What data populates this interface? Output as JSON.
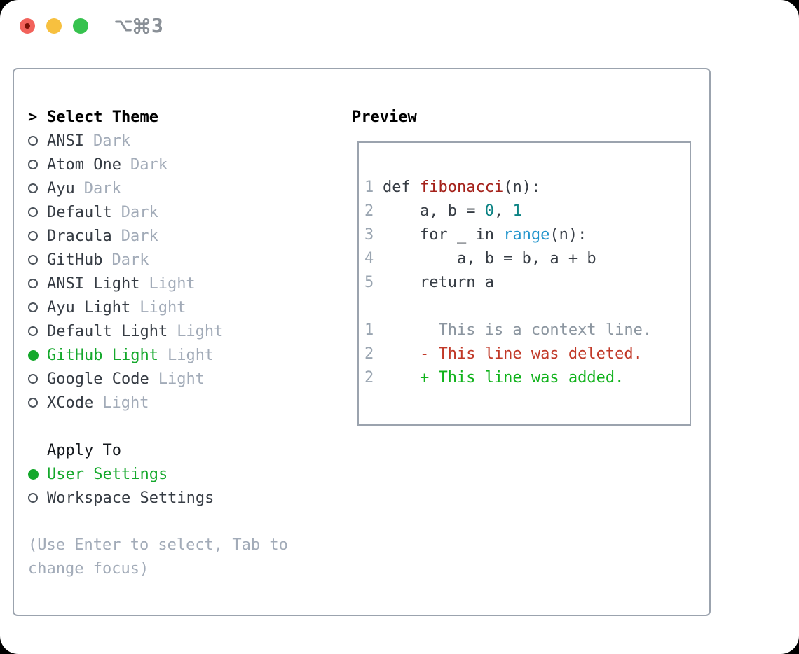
{
  "titlebar": {
    "tab_shortcut_number": "3",
    "icons": [
      "option-icon",
      "command-icon"
    ]
  },
  "theme_picker": {
    "prompt": ">",
    "heading": "Select Theme",
    "options": [
      {
        "name": "ANSI",
        "variant": "Dark",
        "selected": false
      },
      {
        "name": "Atom One",
        "variant": "Dark",
        "selected": false
      },
      {
        "name": "Ayu",
        "variant": "Dark",
        "selected": false
      },
      {
        "name": "Default",
        "variant": "Dark",
        "selected": false
      },
      {
        "name": "Dracula",
        "variant": "Dark",
        "selected": false
      },
      {
        "name": "GitHub",
        "variant": "Dark",
        "selected": false
      },
      {
        "name": "ANSI Light",
        "variant": "Light",
        "selected": false
      },
      {
        "name": "Ayu Light",
        "variant": "Light",
        "selected": false
      },
      {
        "name": "Default Light",
        "variant": "Light",
        "selected": false
      },
      {
        "name": "GitHub Light",
        "variant": "Light",
        "selected": true
      },
      {
        "name": "Google Code",
        "variant": "Light",
        "selected": false
      },
      {
        "name": "XCode",
        "variant": "Light",
        "selected": false
      }
    ],
    "apply_to": {
      "heading": "Apply To",
      "options": [
        {
          "label": "User Settings",
          "selected": true
        },
        {
          "label": "Workspace Settings",
          "selected": false
        }
      ]
    },
    "help_text": "(Use Enter to select, Tab to change focus)"
  },
  "preview": {
    "heading": "Preview",
    "code_lines": [
      {
        "num": "1",
        "segments": [
          {
            "t": "def ",
            "c": "plain"
          },
          {
            "t": "fibonacci",
            "c": "func"
          },
          {
            "t": "(n):",
            "c": "plain"
          }
        ]
      },
      {
        "num": "2",
        "segments": [
          {
            "t": "    a, b = ",
            "c": "plain"
          },
          {
            "t": "0",
            "c": "number"
          },
          {
            "t": ", ",
            "c": "plain"
          },
          {
            "t": "1",
            "c": "number"
          }
        ]
      },
      {
        "num": "3",
        "segments": [
          {
            "t": "    for _ in ",
            "c": "plain"
          },
          {
            "t": "range",
            "c": "builtin"
          },
          {
            "t": "(n):",
            "c": "plain"
          }
        ]
      },
      {
        "num": "4",
        "segments": [
          {
            "t": "        a, b = b, a + b",
            "c": "plain"
          }
        ]
      },
      {
        "num": "5",
        "segments": [
          {
            "t": "    return a",
            "c": "plain"
          }
        ]
      }
    ],
    "diff_lines": [
      {
        "num": "1",
        "text": "      This is a context line.",
        "kind": "context"
      },
      {
        "num": "2",
        "text": "    - This line was deleted.",
        "kind": "deleted"
      },
      {
        "num": "2",
        "text": "    + This line was added.",
        "kind": "added"
      }
    ]
  },
  "colors": {
    "selected_green": "#15a82c",
    "added_green": "#10b21b",
    "deleted_red": "#c13928",
    "function_red": "#a4211a",
    "number_teal": "#0c8384",
    "builtin_blue": "#2094cc",
    "context_gray": "#8c96a0",
    "muted_gray": "#a2abb8",
    "line_number_gray": "#9aa5b1",
    "border_gray": "#9ba3ae",
    "traffic_red": "#f2625b",
    "traffic_yellow": "#f7c03f",
    "traffic_green": "#36c24e",
    "titlebar_gray": "#8a9097"
  }
}
